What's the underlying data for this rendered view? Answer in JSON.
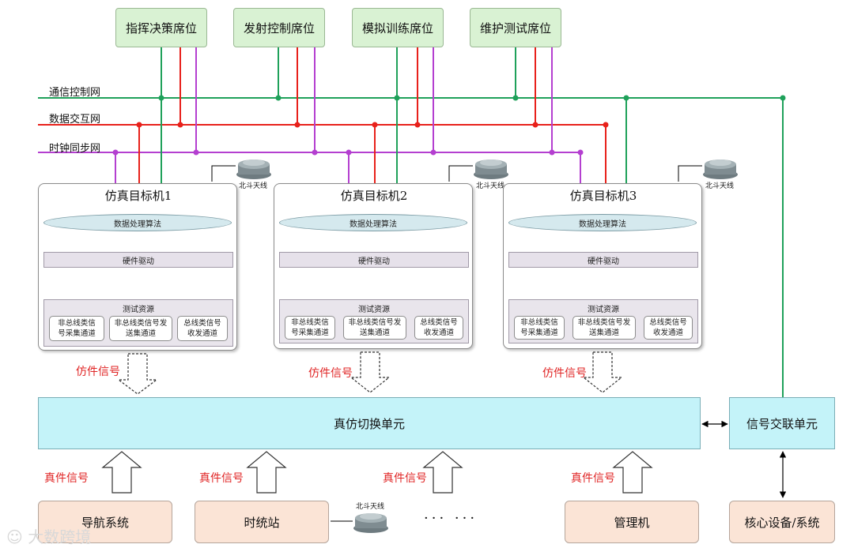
{
  "seats": [
    "指挥决策席位",
    "发射控制席位",
    "模拟训练席位",
    "维护测试席位"
  ],
  "networks": {
    "comm": "通信控制网",
    "data": "数据交互网",
    "clock": "时钟同步网"
  },
  "beidou_label": "北斗天线",
  "targets": [
    {
      "title": "仿真目标机1"
    },
    {
      "title": "仿真目标机2"
    },
    {
      "title": "仿真目标机3"
    }
  ],
  "target_parts": {
    "algorithm": "数据处理算法",
    "driver": "硬件驱动",
    "resources": "测试资源",
    "channels": [
      "非总线类信号采集通道",
      "非总线类信号发送集通道",
      "总线类信号收发通道"
    ],
    "channel_lines": [
      [
        "非总线类信",
        "号采集通道"
      ],
      [
        "非总线类信号发",
        "送集通道"
      ],
      [
        "总线类信号",
        "收发通道"
      ]
    ]
  },
  "sim_signal": "仿件信号",
  "real_signal": "真件信号",
  "switch_unit": "真仿切换单元",
  "signal_unit": "信号交联单元",
  "bottom": [
    "导航系统",
    "时统站",
    "管理机",
    "核心设备/系统"
  ],
  "ellipsis": "··· ···",
  "watermark": "大数跨境",
  "colors": {
    "comm": "#1fa15a",
    "data": "#e8211b",
    "clock": "#b43fd0"
  }
}
